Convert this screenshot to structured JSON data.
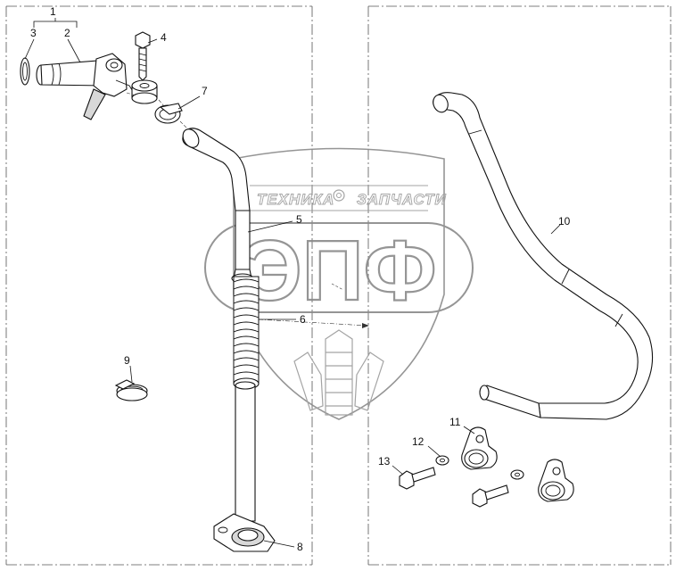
{
  "watermark": {
    "top_text": "ТЕХНИКА",
    "top_text_right": "ЗАПЧАСТИ",
    "logo_text": "ЭПФ"
  },
  "callouts": {
    "c1": "1",
    "c2": "2",
    "c3": "3",
    "c4": "4",
    "c5": "5",
    "c6": "6",
    "c7": "7",
    "c8": "8",
    "c9": "9",
    "c10": "10",
    "c11": "11",
    "c12": "12",
    "c13": "13"
  }
}
